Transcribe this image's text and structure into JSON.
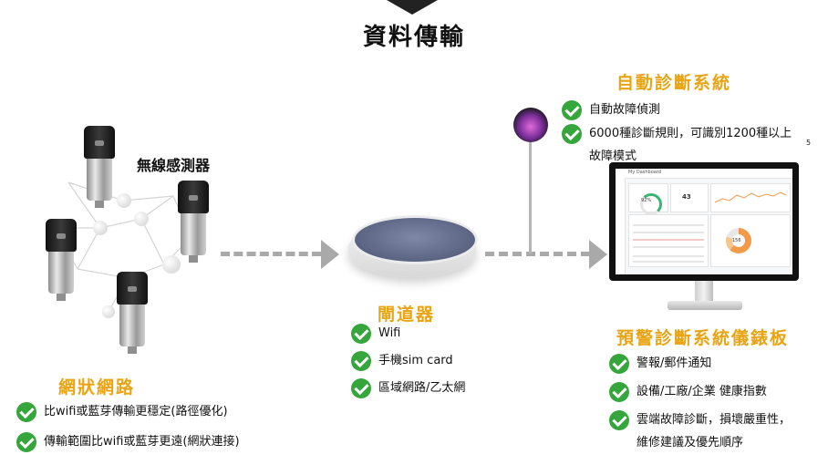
{
  "title": "資料傳輸",
  "sensors": {
    "label": "無線感測器"
  },
  "mesh": {
    "title": "網狀網路",
    "items": [
      "比wifi或藍芽傳輸更穩定(路徑優化)",
      "傳輸範圍比wifi或藍芽更遠(網狀連接)"
    ]
  },
  "gateway": {
    "title": "閘道器",
    "items": [
      "Wifi",
      "手機sim card",
      "區域網路/乙太網"
    ]
  },
  "auto_diag": {
    "title": "自動診斷系統",
    "items": [
      "自動故障偵測",
      "6000種診斷規則，可識別1200種以上",
      "故障模式"
    ]
  },
  "dashboard": {
    "title": "預警診斷系統儀錶板",
    "items": [
      "警報/郵件通知",
      "設備/工廠/企業 健康指數",
      "雲端故障診斷，損壞嚴重性，",
      "維修建議及優先順序"
    ],
    "screen": {
      "header": "My Dashboard",
      "gauge_value": "92%",
      "stat_value": "43",
      "donut_value": "156"
    }
  },
  "page_number": "5",
  "colors": {
    "accent": "#e8a413",
    "check": "#35a63b",
    "arrow": "#a9a9a9"
  },
  "icons": [
    "check-icon",
    "dashed-arrow-icon",
    "diagnosis-logo-icon"
  ]
}
